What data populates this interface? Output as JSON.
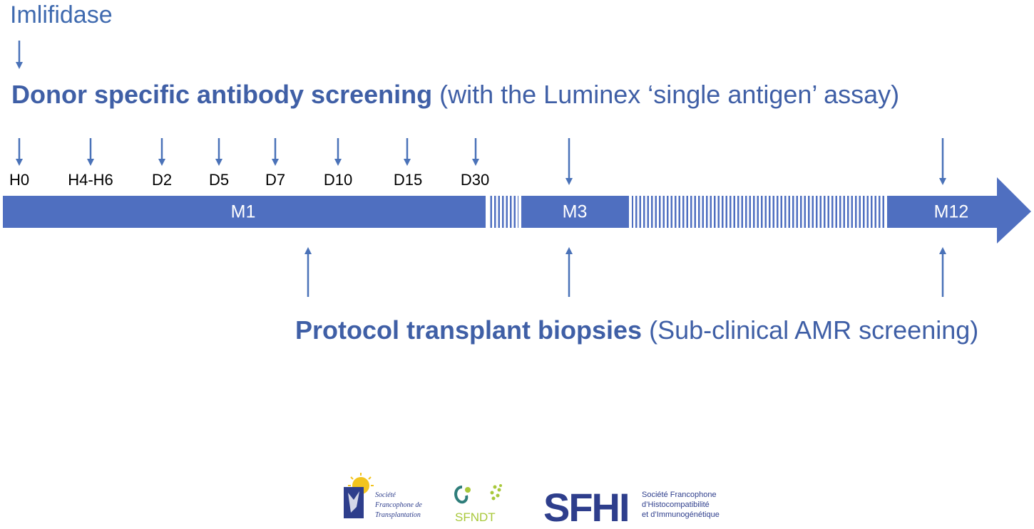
{
  "header": {
    "imlifidase": "Imlifidase"
  },
  "dsa_screening": {
    "bold": "Donor specific antibody screening",
    "rest": " (with the Luminex ‘single antigen’ assay)"
  },
  "timepoints": [
    "H0",
    "H4-H6",
    "D2",
    "D5",
    "D7",
    "D10",
    "D15",
    "D30"
  ],
  "segments": {
    "m1": "M1",
    "m3": "M3",
    "m12": "M12"
  },
  "biopsies": {
    "bold": "Protocol transplant biopsies",
    "rest": " (Sub-clinical AMR screening)"
  },
  "logos": {
    "sft_line1": "Société",
    "sft_line2": "Francophone de",
    "sft_line3": "Transplantation",
    "sfndt": "SFNDT",
    "sfhi": "SFHI",
    "sfhi_line1": "Société Francophone",
    "sfhi_line2": "d’Histocompatibilité",
    "sfhi_line3": "et d’Immunogénétique"
  },
  "colors": {
    "bar": "#4F6FC0",
    "arrow": "#4A72B8",
    "text": "#3F5FA6"
  }
}
